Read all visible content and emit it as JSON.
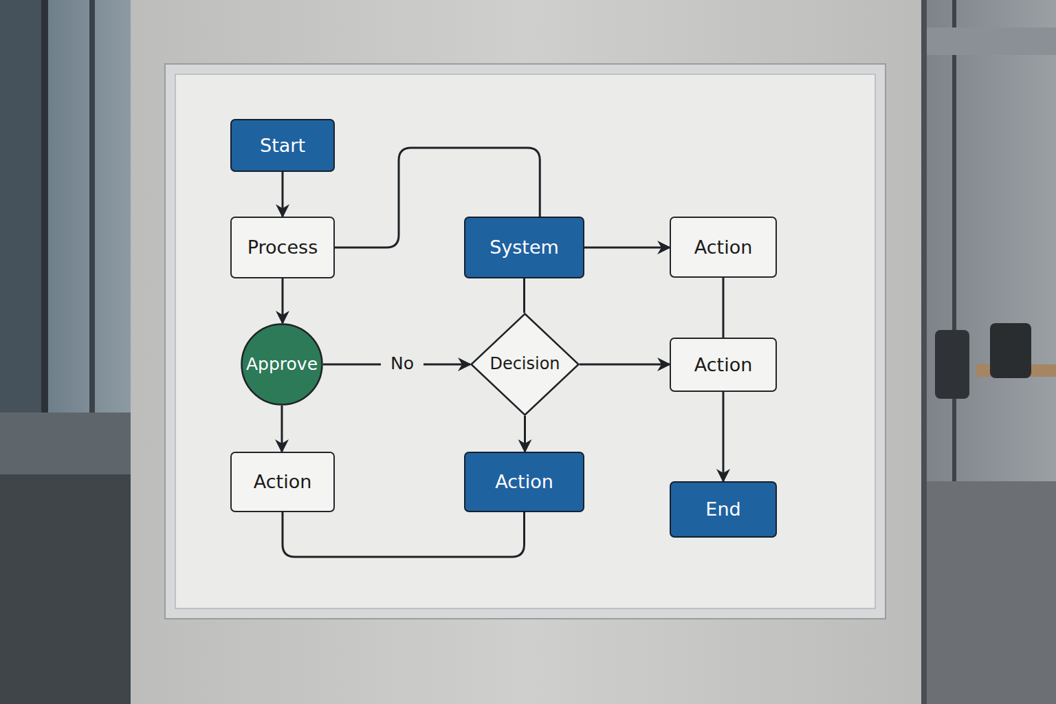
{
  "diagram": {
    "nodes": [
      {
        "text": [
          "Start"
        ]
      },
      {
        "text": [
          "Process"
        ]
      },
      {
        "text": [
          "System"
        ]
      },
      {
        "text": [
          "Action"
        ]
      },
      {
        "text": [
          "Approve"
        ]
      },
      {
        "text": [
          "Decision"
        ]
      },
      {
        "text": [
          "Action"
        ]
      },
      {
        "text": [
          "Action"
        ]
      },
      {
        "text": [
          "Action"
        ]
      },
      {
        "text": [
          "End"
        ]
      }
    ],
    "edges": [
      {
        "from": 0,
        "to": 1,
        "arrow": "to"
      },
      {
        "from": 1,
        "to": 2,
        "arrow": "none"
      },
      {
        "from": 2,
        "to": 3,
        "arrow": "to"
      },
      {
        "from": 2,
        "to": 5,
        "arrow": "none"
      },
      {
        "from": 3,
        "to": 6,
        "arrow": "none"
      },
      {
        "from": 1,
        "to": 4,
        "arrow": "to"
      },
      {
        "from": 4,
        "to": 5,
        "label": "No",
        "arrow": "to"
      },
      {
        "from": 5,
        "to": 6,
        "arrow": "to"
      },
      {
        "from": 5,
        "to": 8,
        "arrow": "to"
      },
      {
        "from": 4,
        "to": 7,
        "arrow": "to"
      },
      {
        "from": 7,
        "to": 8,
        "arrow": "none"
      },
      {
        "from": 6,
        "to": 9,
        "arrow": "to"
      }
    ]
  }
}
